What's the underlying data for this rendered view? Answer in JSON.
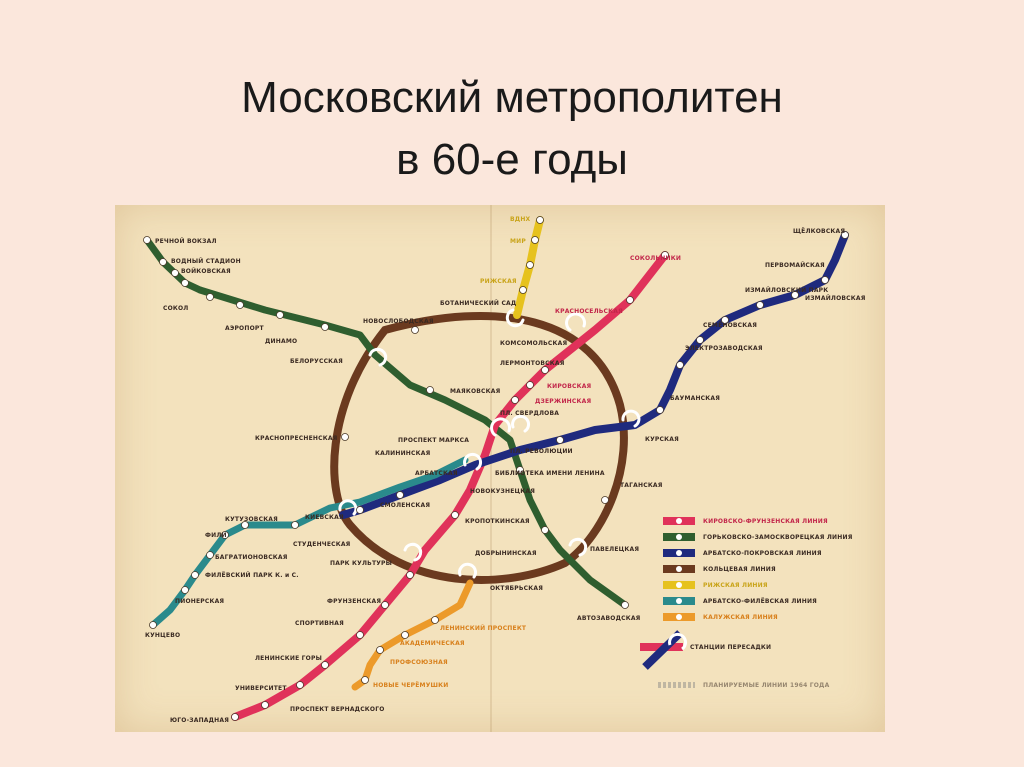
{
  "slide": {
    "title_line1": "Московский метрополитен",
    "title_line2": "в 60-е годы"
  },
  "colors": {
    "background": "#fbe7dc",
    "map_paper": "#f3e2bd",
    "red_line": "#e0325a",
    "green_line": "#2f5e2f",
    "blue_line": "#1f2a7e",
    "ring_line": "#6b3a1f",
    "yellow_line": "#e6c21e",
    "teal_line": "#2a8a8c",
    "orange_line": "#ec9a2a"
  },
  "stations": {
    "rechnoy": "РЕЧНОЙ ВОКЗАЛ",
    "vodny": "ВОДНЫЙ СТАДИОН",
    "voykovskaya": "ВОЙКОВСКАЯ",
    "sokol": "СОКОЛ",
    "aeroport": "АЭРОПОРТ",
    "dinamo": "ДИНАМО",
    "belorusskaya": "БЕЛОРУССКАЯ",
    "novoslobodskaya": "НОВОСЛОБОДСКАЯ",
    "mayakovskaya": "МАЯКОВСКАЯ",
    "krasnopresnenskaya": "КРАСНОПРЕСНЕНСКАЯ",
    "kievskaya": "КИЕВСКАЯ",
    "kutuzovskaya": "КУТУЗОВСКАЯ",
    "fili": "ФИЛИ",
    "bagrationovskaya": "БАГРАТИОНОВСКАЯ",
    "filevsky": "ФИЛЁВСКИЙ ПАРК К. и С.",
    "pionerskaya": "ПИОНЕРСКАЯ",
    "kuntsevo": "КУНЦЕВО",
    "studencheskaya": "СТУДЕНЧЕСКАЯ",
    "smolenskaya": "СМОЛЕНСКАЯ",
    "arbatskaya": "АРБАТСКАЯ",
    "kalininskaya": "КАЛИНИНСКАЯ",
    "prospekt_marksa": "ПРОСПЕКТ МАРКСА",
    "biblioteka": "БИБЛИОТЕКА ИМЕНИ ЛЕНИНА",
    "botanichesky": "БОТАНИЧЕСКИЙ САД",
    "rizhskaya": "РИЖСКАЯ",
    "mir": "МИР",
    "vdnkh": "ВДНХ",
    "sokolniki": "СОКОЛЬНИКИ",
    "krasnoselskaya": "КРАСНОСЕЛЬСКАЯ",
    "komsomolskaya": "КОМСОМОЛЬСКАЯ",
    "lermontovskaya": "ЛЕРМОНТОВСКАЯ",
    "kirovskaya": "КИРОВСКАЯ",
    "dzerzhinskaya": "ДЗЕРЖИНСКАЯ",
    "sverdlova": "ПЛ. СВЕРДЛОВА",
    "revolyutsii": "ПЛ. РЕВОЛЮЦИИ",
    "kurskaya": "КУРСКАЯ",
    "baumanskaya": "БАУМАНСКАЯ",
    "elektrozavodskaya": "ЭЛЕКТРОЗАВОДСКАЯ",
    "semenovskaya": "СЕМЁНОВСКАЯ",
    "izmaylovsky_park": "ИЗМАЙЛОВСКИЙ ПАРК",
    "izmaylovskaya": "ИЗМАЙЛОВСКАЯ",
    "pervomayskaya": "ПЕРВОМАЙСКАЯ",
    "schelkovskaya": "ЩЁЛКОВСКАЯ",
    "novokuznetskaya": "НОВОКУЗНЕЦКАЯ",
    "kropotkinskaya": "КРОПОТКИНСКАЯ",
    "taganskaya": "ТАГАНСКАЯ",
    "paveletskaya": "ПАВЕЛЕЦКАЯ",
    "avtozavodskaya": "АВТОЗАВОДСКАЯ",
    "dobryninskaya": "ДОБРЫНИНСКАЯ",
    "oktyabrskaya": "ОКТЯБРЬСКАЯ",
    "park_kultury": "ПАРК КУЛЬТУРЫ",
    "frunzenskaya": "ФРУНЗЕНСКАЯ",
    "sportivnaya": "СПОРТИВНАЯ",
    "leninskie_gory": "ЛЕНИНСКИЕ ГОРЫ",
    "universitet": "УНИВЕРСИТЕТ",
    "prospekt_vernadskogo": "ПРОСПЕКТ ВЕРНАДСКОГО",
    "yugo_zapadnaya": "ЮГО-ЗАПАДНАЯ",
    "leninsky": "ЛЕНИНСКИЙ ПРОСПЕКТ",
    "akademicheskaya": "АКАДЕМИЧЕСКАЯ",
    "profsoyuznaya": "ПРОФСОЮЗНАЯ",
    "novye_cheremushki": "НОВЫЕ ЧЕРЁМУШКИ"
  },
  "legend": {
    "items": [
      {
        "label": "КИРОВСКО-ФРУНЗЕНСКАЯ ЛИНИЯ",
        "color": "#e0325a"
      },
      {
        "label": "ГОРЬКОВСКО-ЗАМОСКВОРЕЦКАЯ ЛИНИЯ",
        "color": "#2f5e2f"
      },
      {
        "label": "АРБАТСКО-ПОКРОВСКАЯ ЛИНИЯ",
        "color": "#1f2a7e"
      },
      {
        "label": "КОЛЬЦЕВАЯ ЛИНИЯ",
        "color": "#6b3a1f"
      },
      {
        "label": "РИЖСКАЯ ЛИНИЯ",
        "color": "#e6c21e"
      },
      {
        "label": "АРБАТСКО-ФИЛЁВСКАЯ ЛИНИЯ",
        "color": "#2a8a8c"
      },
      {
        "label": "КАЛУЖСКАЯ ЛИНИЯ",
        "color": "#ec9a2a"
      }
    ],
    "transfer_label": "СТАНЦИИ ПЕРЕСАДКИ",
    "footnote": "ПЛАНИРУЕМЫЕ ЛИНИИ 1964 ГОДА"
  }
}
